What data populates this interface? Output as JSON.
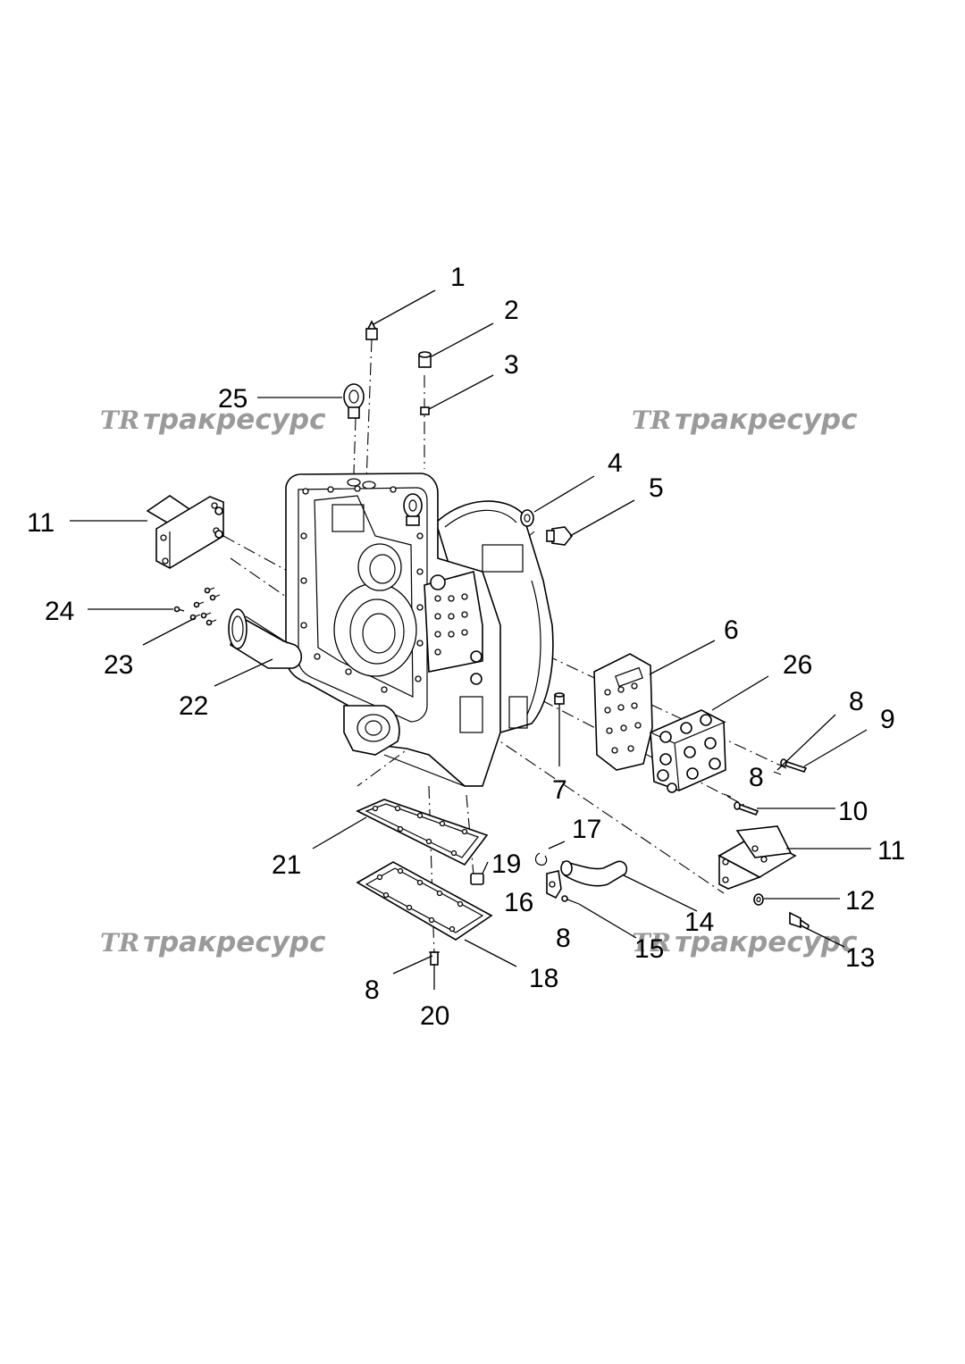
{
  "watermarks": [
    {
      "logo": "TR",
      "text": "тракресурс"
    },
    {
      "logo": "TR",
      "text": "тракресурс"
    },
    {
      "logo": "TR",
      "text": "тракресурс"
    },
    {
      "logo": "TR",
      "text": "тракресурс"
    }
  ],
  "callouts": {
    "c1": "1",
    "c2": "2",
    "c3": "3",
    "c4": "4",
    "c5": "5",
    "c6": "6",
    "c7": "7",
    "c8a": "8",
    "c8b": "8",
    "c8c": "8",
    "c8d": "8",
    "c9": "9",
    "c10": "10",
    "c11a": "11",
    "c11b": "11",
    "c12": "12",
    "c13": "13",
    "c14": "14",
    "c15": "15",
    "c16": "16",
    "c17": "17",
    "c18": "18",
    "c19": "19",
    "c20": "20",
    "c21": "21",
    "c22": "22",
    "c23": "23",
    "c24": "24",
    "c25": "25",
    "c26": "26"
  }
}
